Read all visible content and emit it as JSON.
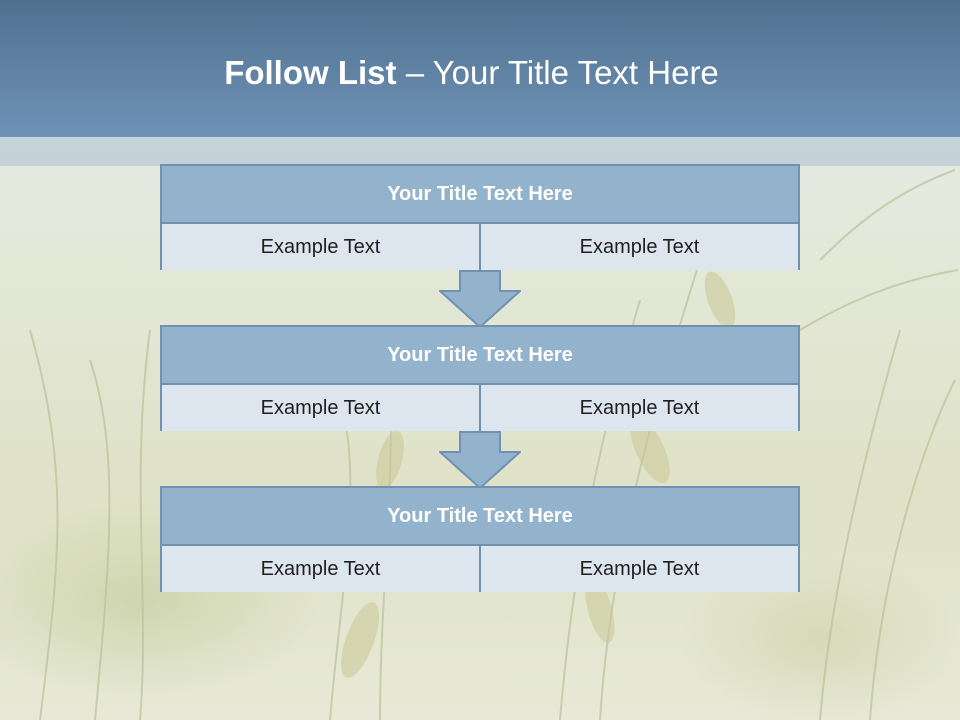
{
  "header": {
    "title_bold": "Follow List",
    "title_rest": "– Your Title Text Here"
  },
  "steps": [
    {
      "title": "Your Title Text Here",
      "left": "Example Text",
      "right": "Example Text"
    },
    {
      "title": "Your Title Text Here",
      "left": "Example Text",
      "right": "Example Text"
    },
    {
      "title": "Your Title Text Here",
      "left": "Example Text",
      "right": "Example Text"
    }
  ],
  "colors": {
    "header": "#5f82a4",
    "block_title": "#93b2cc",
    "block_border": "#6f92b3",
    "cell_fill": "#dde6ee",
    "arrow_fill": "#93b2cc"
  }
}
